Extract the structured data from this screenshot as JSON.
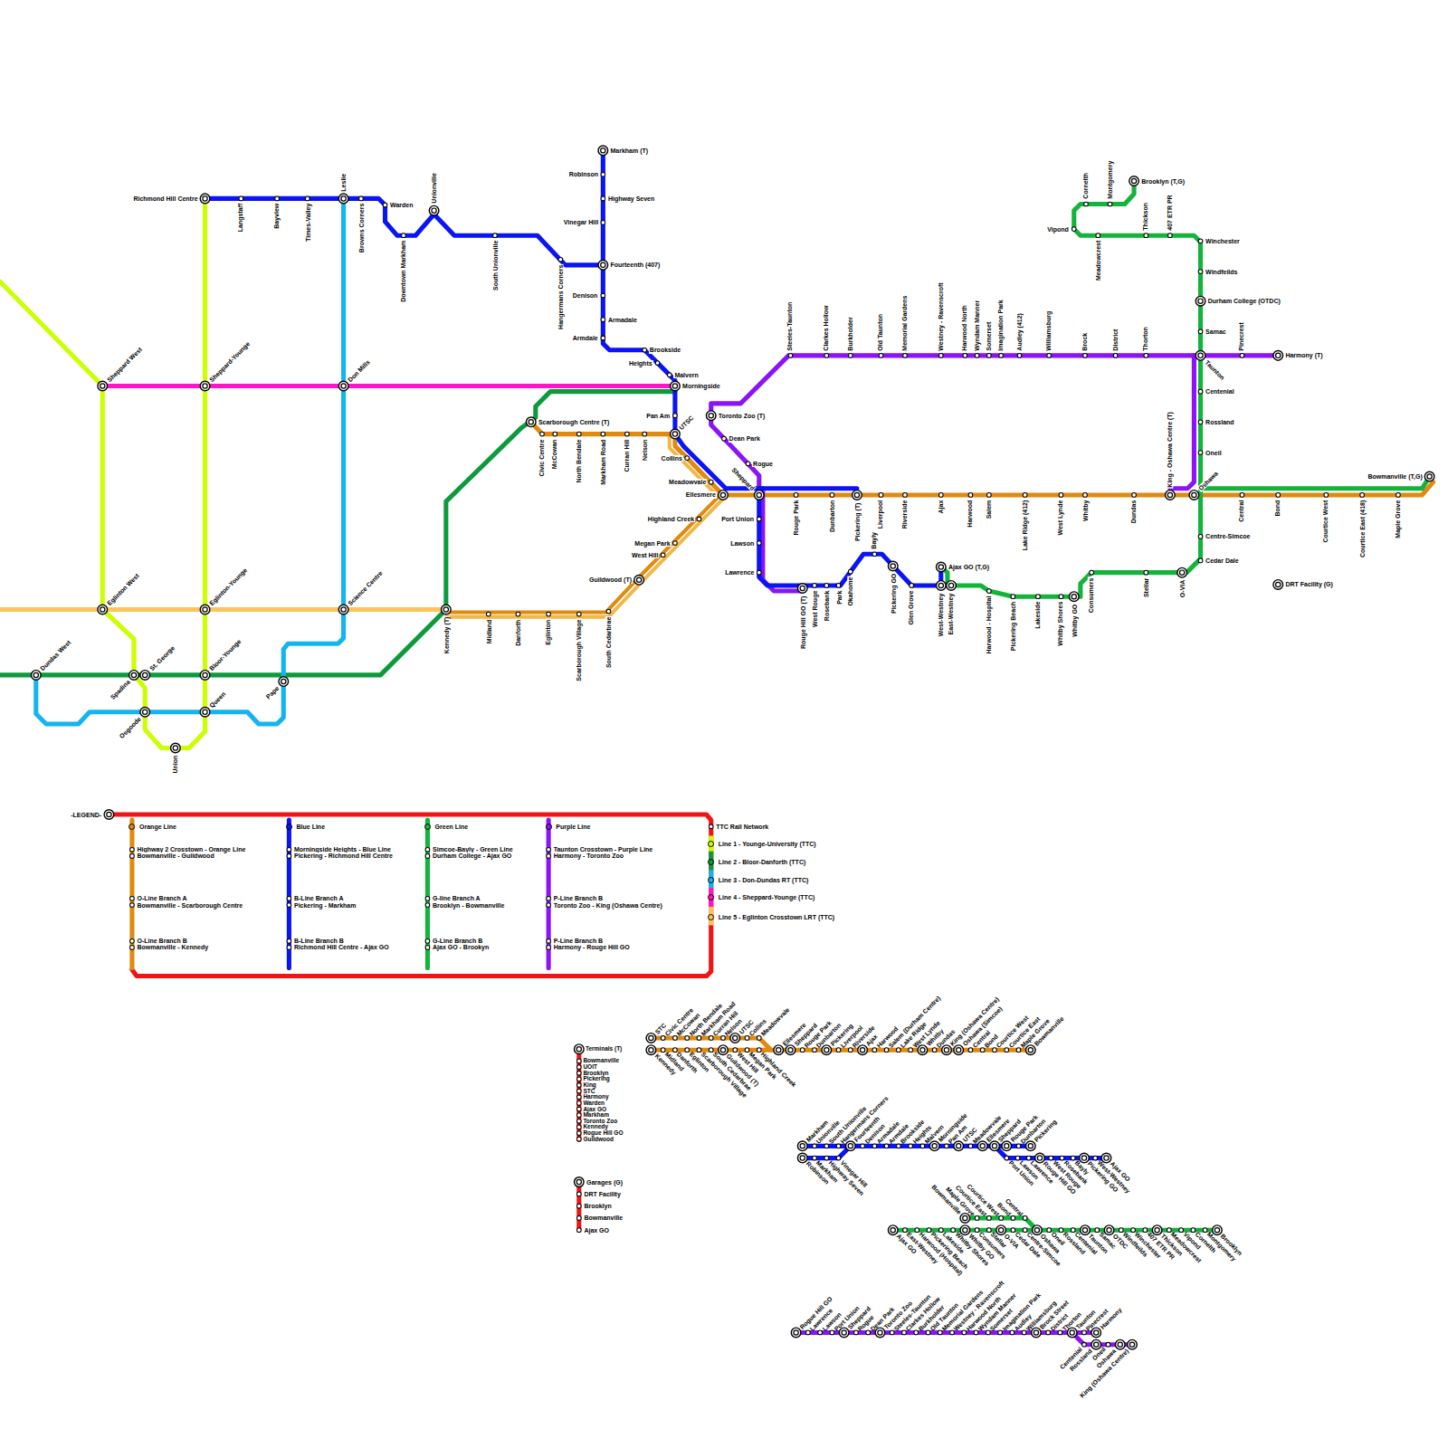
{
  "diagram": {
    "labels": [
      "Richmond Hill Centre",
      "Langstaff",
      "Bayview",
      "Times-Valley",
      "Leslie",
      "Browns Corners",
      "Warden",
      "Downtown Markham",
      "Unionville",
      "South Unionville",
      "Hangermans Corners",
      "Markham (T)",
      "Robinson",
      "Highway Seven",
      "Vinegar Hill",
      "Fourteenth (407)",
      "Denison",
      "Armadale",
      "Armdale",
      "Brookside",
      "Heights",
      "Malvern",
      "Morningside",
      "Sheppard West",
      "Sheppard-Younge",
      "Don Mills",
      "Eglinton West",
      "Eglinton-Younge",
      "Science Centre",
      "Dundas West",
      "Spadina",
      "St. George",
      "Bloor-Younge",
      "Pape",
      "Osgoode",
      "Queen",
      "Union",
      "Kennedy (T)",
      "Midland",
      "Danforth",
      "Eglinton",
      "Scarborough Village",
      "South Cedarbrae",
      "Guildwood (T)",
      "West Hill",
      "Megan Park",
      "Highland Creek",
      "Scarborough Centre (T)",
      "Civic Centre",
      "McCowan",
      "North Bendale",
      "Markham Road",
      "Curran Hill",
      "Nelson",
      "Pan Am",
      "UTSC",
      "Collins",
      "Meadowvale",
      "Ellesmere",
      "Toronto Zoo (T)",
      "Dean Park",
      "Rogue",
      "Sheppard",
      "Port Union",
      "Lawson",
      "Lawrence",
      "Rouge Park",
      "Dunbarton",
      "Pickering (T)",
      "Liverpool",
      "Riverside",
      "Ajax",
      "Harwood",
      "Salem",
      "Lake Ridge (412)",
      "West Lynde",
      "Whitby",
      "Dundas",
      "King - Oshawa Centre (T)",
      "Oshawa",
      "Central",
      "Bond",
      "Courtice West",
      "Courtice East (418)",
      "Maple Grove",
      "Bowmanville (T,G)",
      "Rouge Hill GO (T)",
      "West Rouge",
      "Rosebank",
      "Park",
      "Okahome",
      "Bayly",
      "Pickering GO",
      "Glen Grove",
      "West-Westney",
      "East-Westney",
      "Ajax GO (T,G)",
      "Harwood - Hospital",
      "Pickering Beach",
      "Lakeside",
      "Whitby Shores",
      "Whitby GO",
      "Consumers",
      "Stellar",
      "O-VIA",
      "Cedar Dale",
      "Centre-Simcoe",
      "Oneil",
      "Rossland",
      "Centenial",
      "Taunton",
      "Samac",
      "Durham College (OTDC)",
      "Windfeilds",
      "Winchester",
      "407 ETR PR",
      "Thickson",
      "Meadowcrest",
      "Vipond",
      "Cornelth",
      "Montgomery",
      "Brooklyn (T,G)",
      "Steeles-Taunton",
      "Clarkes Hollow",
      "Burkholder",
      "Old Taunton",
      "Memorial Gardens",
      "Westney - Ravenscroft",
      "Harwood North",
      "Wyndam Manner",
      "Somerset",
      "Imagination Park",
      "Audley (412)",
      "Williamsburg",
      "Brock",
      "District",
      "Thorton",
      "Pinecrest",
      "Harmony (T)",
      "DRT Facility (G)",
      "-LEGEND-",
      "Highway 2 Crosstown - Orange Line",
      "Bowmanville - Guildwood",
      "O-Line Branch A",
      "Bowmanville - Scarborough Centre",
      "O-Line Branch B",
      "Bowmanville - Kennedy",
      "Morningside Heights - Blue Line",
      "Pickering - Richmond Hill Centre",
      "B-Line Branch A",
      "Pickering - Markham",
      "B-Line Branch B",
      "Richmond Hill Centre - Ajax GO",
      "Simcoe-Bayly - Green Line",
      "Durham College - Ajax GO",
      "G-line Branch A",
      "Brooklyn - Bowmanville",
      "G-Line Branch B",
      "Ajax GO - Brookyn",
      "Taunton Crosstown - Purple Line",
      "Harmony - Toronto Zoo",
      "P-Line Branch B",
      "Toronto Zoo - King (Oshawa Centre)",
      "P-Line Branch B",
      "Harmony - Rouge Hill GO",
      "TTC Rail Network",
      "Terminals (T)",
      "Bowmanville",
      "UOIT",
      "Brooklyn",
      "Pickering",
      "King",
      "STC",
      "Harmony",
      "Warden",
      "Ajax GO",
      "Markham",
      "Toronto Zoo",
      "Kennedy",
      "Rogue Hill GO",
      "Guildwood",
      "Garages (G)",
      "DRT Facility",
      "Brooklyn",
      "Bowmanville",
      "Ajax GO",
      "STC",
      "Civic Centre",
      "McCowan",
      "North Bendale",
      "Markham Road",
      "Curran Hill",
      "Nelson",
      "UTSC",
      "Collins",
      "Meadowvale",
      "Ellesmere",
      "Sheppard",
      "Rouge Park",
      "Dunbarton",
      "Pickering",
      "Liverpool",
      "Riverside",
      "Ajax",
      "Harwood",
      "Salem (Durham Centre)",
      "Lake Ridge",
      "West Lynde",
      "Whitby",
      "Dundas",
      "King (Oshawa Centre)",
      "Oshawa (Simcoe)",
      "Central",
      "Bond",
      "Courtice West",
      "Courtice East",
      "Maple Grove",
      "Bowmanville",
      "Kennedy",
      "Midland",
      "Danforth",
      "Eglinton",
      "Scarborough Village",
      "South Cedarbrae",
      "Guildwood (T)",
      "West Hill",
      "Megan Park",
      "Highland Creek",
      "Markham",
      "Unionville",
      "South Unionville",
      "Hangermans Corners",
      "Fourteenth",
      "Denison",
      "Armadale",
      "Armdale",
      "Brookside",
      "Heights",
      "Malvern",
      "Morningside",
      "Pan Am",
      "UTSC",
      "Meadowvale",
      "Ellesmere",
      "Sheppard",
      "Rouge Park",
      "Dunbarton",
      "Pickering",
      "Robinson",
      "Markham",
      "Highway Seven",
      "Vinegar Hill",
      "Port Union",
      "Lawson",
      "Lawrence",
      "Rouge Hill GO",
      "West Rouge",
      "Rosebank",
      "Bayly",
      "Pickering GO",
      "West-Westney",
      "Ajax GO",
      "Bowmanville",
      "Maple Grove",
      "Courtice East",
      "Courtice West",
      "Bond",
      "Central",
      "Ajax GO",
      "East-Westney",
      "Harwood (Hospital)",
      "Pickering Beach",
      "Lakeside",
      "Whitby Shores",
      "Whitby GO",
      "Consumers",
      "Stellar",
      "O-VIA",
      "Cedar Dale",
      "Centre-Simcoe",
      "Oshawa",
      "Oneil",
      "Rossland",
      "Centenial",
      "Taunton",
      "Samac",
      "OTDC",
      "Windfeilds",
      "Winchester",
      "407 ETR PR",
      "Thickson",
      "Meadowcrest",
      "Vipond",
      "Cornelth",
      "Montgomery",
      "Brooklyn",
      "Rogue Hill GO",
      "Lawrence",
      "Lawson",
      "Port Union",
      "Sheppard",
      "Rogue",
      "Dean Park",
      "Toronto Zoo",
      "Steeles-Taunton",
      "Clarkes Hollow",
      "Burkholder",
      "Old Taunton",
      "Memorial Gardens",
      "Westney - Ravenscroft",
      "Harwood North",
      "Wyndam Manner",
      "Somerset",
      "Imagination Park",
      "Audley",
      "Williamsburg",
      "Brock Street",
      "District",
      "Thorton",
      "Taunton",
      "Pinecrest",
      "Harmony",
      "Centenial",
      "Rossland",
      "Oneil",
      "Oshawa",
      "King (Oshawa Centre)"
    ],
    "legend": [
      {
        "text": "Orange Line",
        "color": "#e08a10"
      },
      {
        "text": "Blue Line",
        "color": "#0a14f5"
      },
      {
        "text": "Green Line",
        "color": "#14b43c"
      },
      {
        "text": "Purple Line",
        "color": "#8a14f5"
      },
      {
        "text": "Line 1 - Younge-University (TTC)",
        "color": "#ccff00"
      },
      {
        "text": "Line 2 - Bloor-Danforth (TTC)",
        "color": "#0d9a3c"
      },
      {
        "text": "Line 3 - Don-Dundas RT (TTC)",
        "color": "#14b4f0"
      },
      {
        "text": "Line 4 - Sheppard-Younge (TTC)",
        "color": "#ff14c8"
      },
      {
        "text": "Line 5 - Eglinton Crosstown LRT (TTC)",
        "color": "#f9c55c"
      }
    ]
  }
}
